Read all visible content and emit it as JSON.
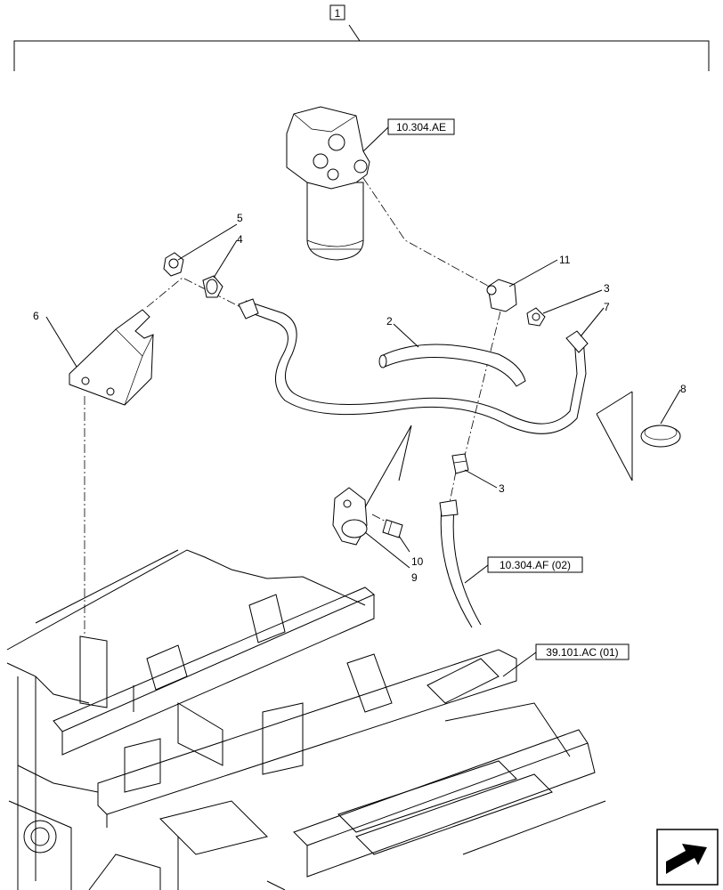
{
  "assembly_label": "1",
  "callouts": {
    "c2": "2",
    "c3a": "3",
    "c3b": "3",
    "c4": "4",
    "c5": "5",
    "c6": "6",
    "c7": "7",
    "c8": "8",
    "c9": "9",
    "c10": "10",
    "c11": "11"
  },
  "references": {
    "fuel_filter": "10.304.AE",
    "fuel_line": "10.304.AF (02)",
    "frame": "39.101.AC (01)"
  },
  "icons": {
    "nav": "arrow-icon"
  }
}
